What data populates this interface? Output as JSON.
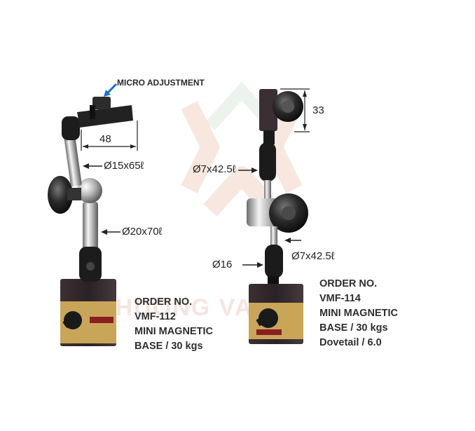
{
  "left_stand": {
    "micro_adjustment": "MICRO ADJUSTMENT",
    "dim_48": "48",
    "dim_upper": "Ø15x65ℓ",
    "dim_lower": "Ø20x70ℓ",
    "order_no_label": "ORDER NO.",
    "model": "VMF-112",
    "description_1": "MINI MAGNETIC",
    "description_2": "BASE / 30 kgs"
  },
  "right_stand": {
    "dim_33": "33",
    "dim_top": "Ø7x42.5ℓ",
    "dim_bottom": "Ø7x42.5ℓ",
    "dim_16": "Ø16",
    "order_no_label": "ORDER NO.",
    "model": "VMF-114",
    "description_1": "MINI MAGNETIC",
    "description_2": "BASE / 30 kgs",
    "description_3": "Dovetail / 6.0"
  },
  "watermark_text": "PHUONG VAN",
  "colors": {
    "background": "#ffffff",
    "base_dark": "#2b2426",
    "base_gold": "#c9a55a",
    "chrome": "#b9b9b9",
    "knob": "#1d1d1d",
    "watermark": "#e9c7b8",
    "arrow": "#1e6fd0"
  }
}
